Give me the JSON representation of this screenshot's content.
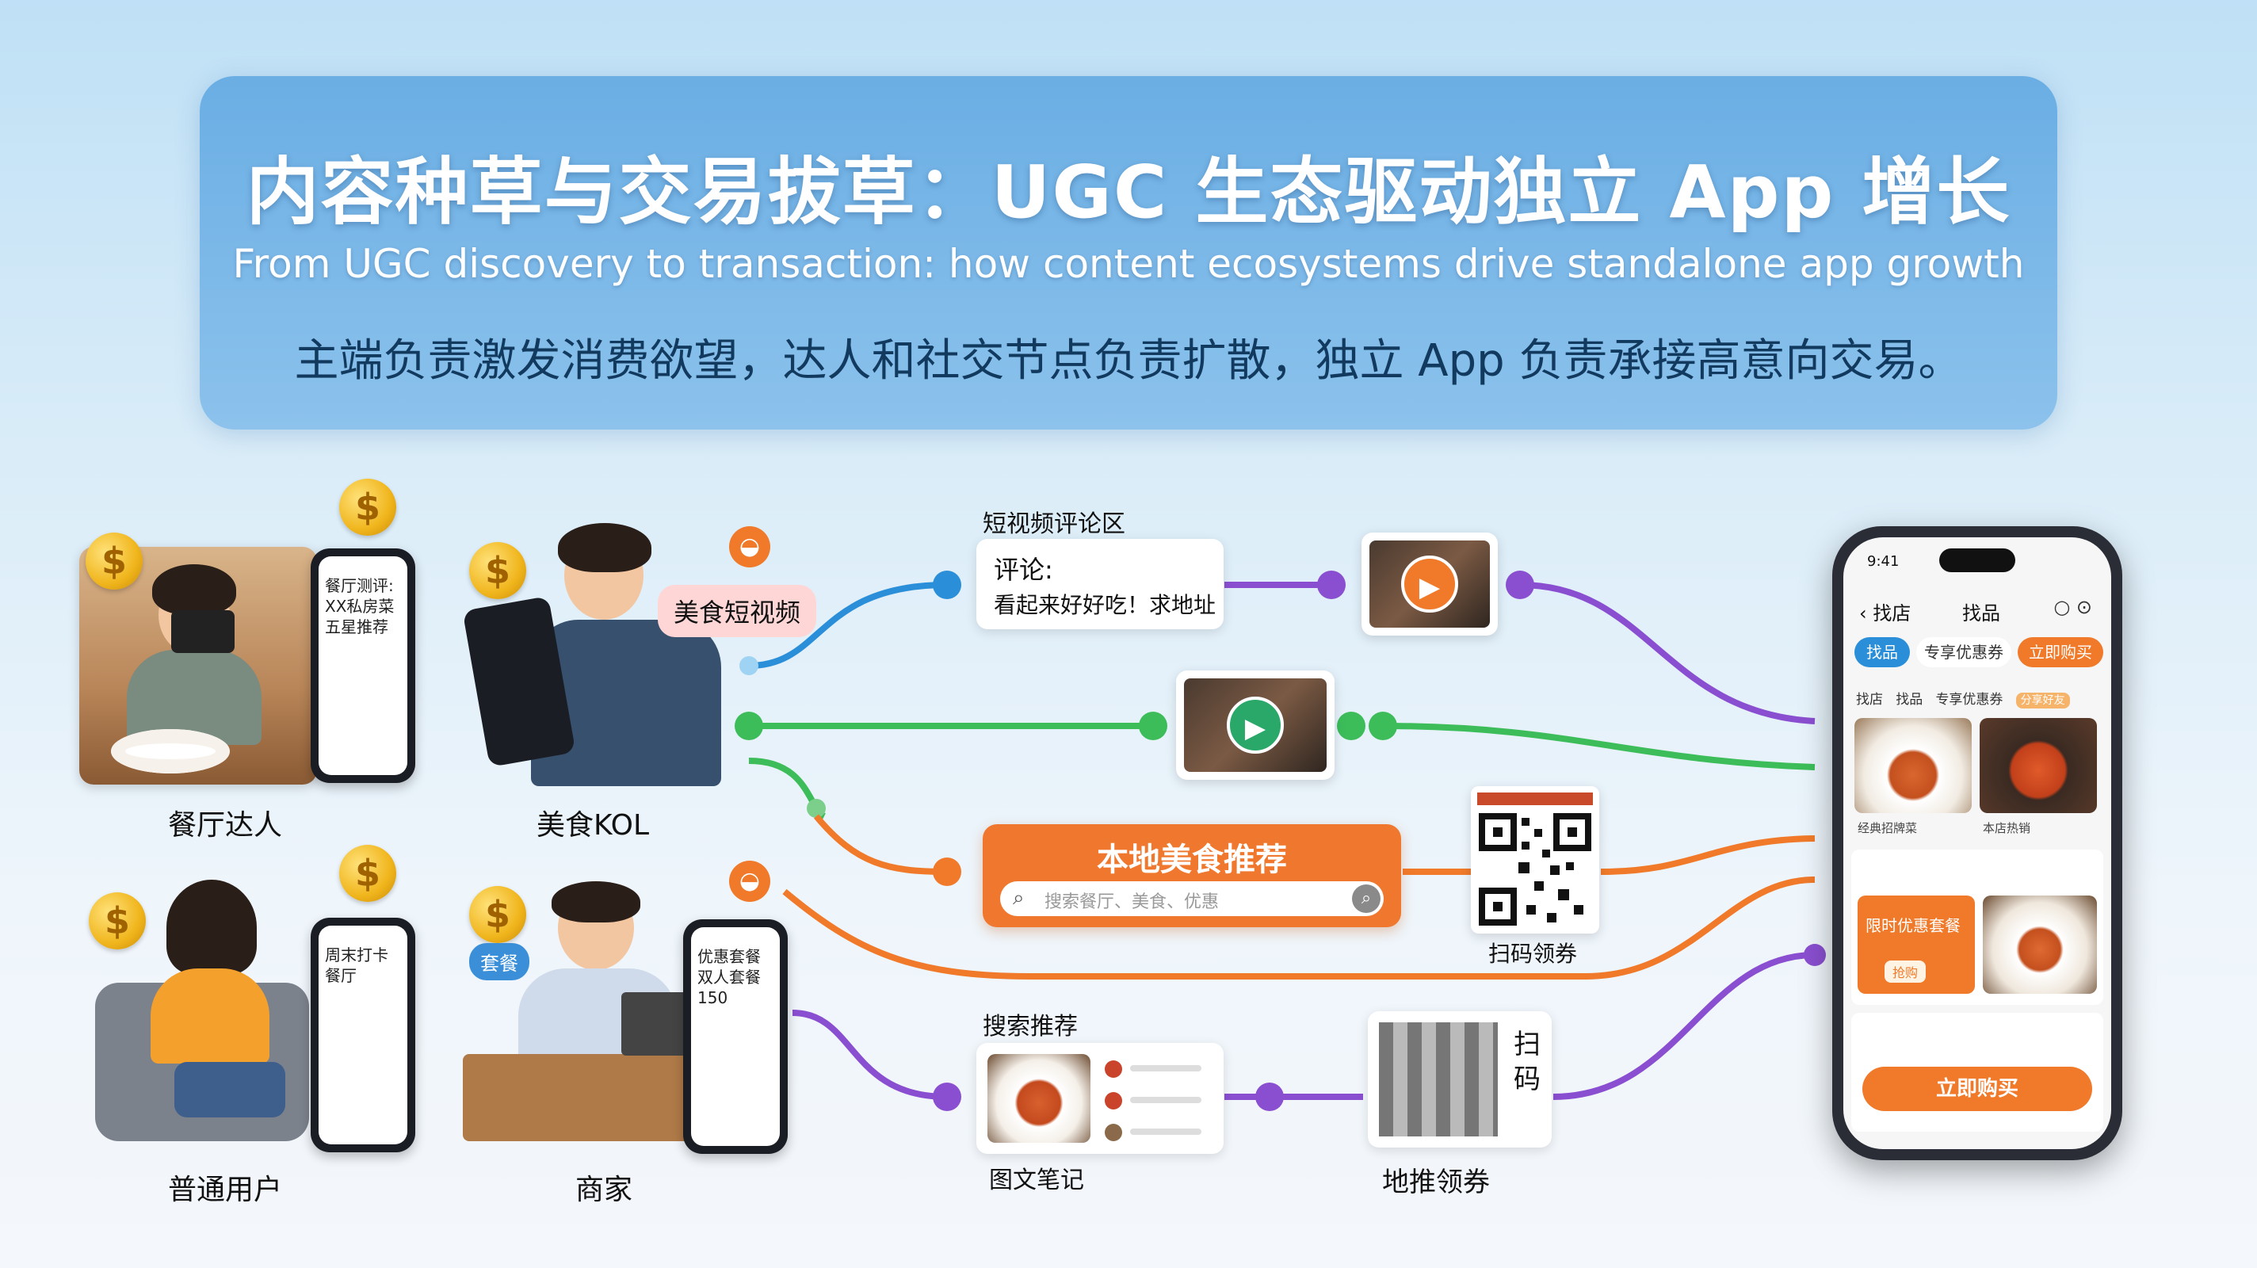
{
  "banner": {
    "title": "内容种草与交易拔草：UGC 生态驱动独立 App 增长",
    "subtitle": "From UGC discovery to transaction: how content ecosystems drive standalone app growth",
    "tagline": "主端负责激发消费欲望，达人和社交节点负责扩散，独立 App 负责承接高意向交易。"
  },
  "actors": {
    "restaurant_expert": "餐厅达人",
    "food_kol": "美食KOL",
    "regular_user": "普通用户",
    "merchant": "商家"
  },
  "actor_phones": {
    "restaurant_expert": "餐厅测评: XX私房菜 五星推荐",
    "regular_user": "周末打卡餐厅",
    "merchant": "优惠套餐 双人套餐150"
  },
  "tags": {
    "kol_tag": "美食短视频",
    "merchant_tag": "套餐"
  },
  "nodes": {
    "comment_section_label": "短视频评论区",
    "comment_title": "评论:",
    "comment_text": "看起来好好吃！求地址",
    "local_food_title": "本地美食推荐",
    "search_placeholder": "搜索餐厅、美食、优惠",
    "qr_label": "扫码领券",
    "search_rec_label": "搜索推荐",
    "note_label": "图文笔记",
    "offline_label": "地推领券",
    "offline_scan_text": "扫码"
  },
  "app": {
    "status_time": "9:41",
    "nav_back": "找店",
    "nav_title": "找品",
    "tabs": [
      "找品",
      "专享优惠券",
      "立即购买"
    ],
    "subtabs": [
      "找店",
      "找品",
      "专享优惠券",
      "分享好友"
    ],
    "item1": "经典招牌菜",
    "item2": "本店热销",
    "promo": "限时优惠套餐",
    "promo_btn": "抢购",
    "buy_button": "立即购买"
  },
  "colors": {
    "blue": "#2a8fd8",
    "purple": "#8a4fd0",
    "green": "#3cbd5a",
    "orange": "#f07a2a"
  }
}
